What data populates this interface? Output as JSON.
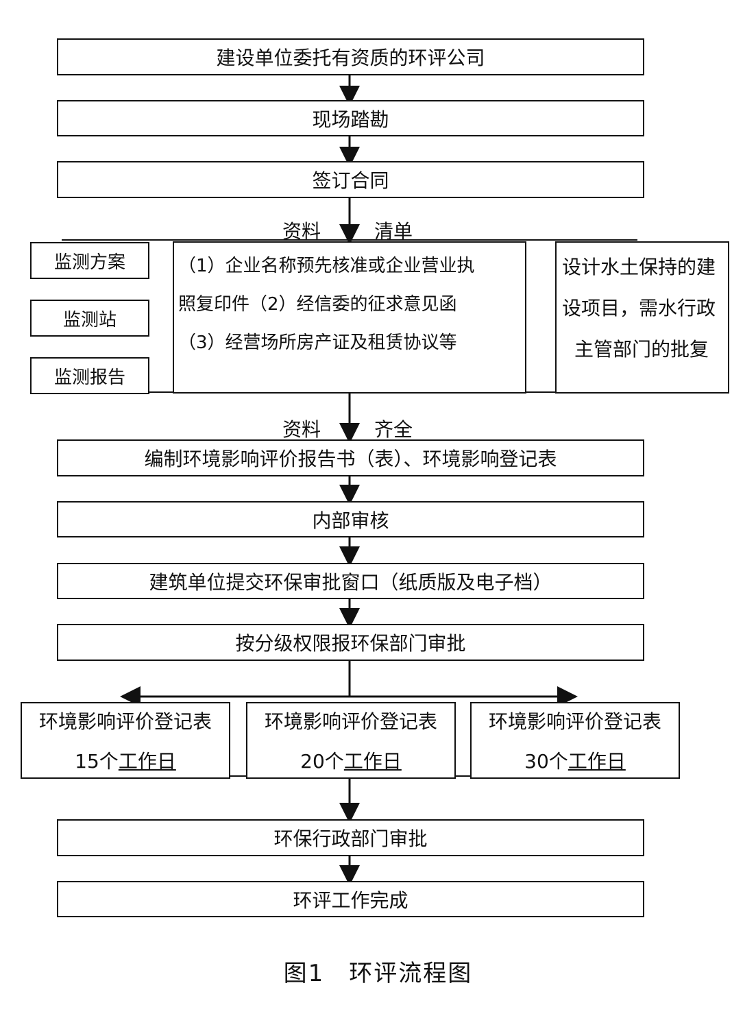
{
  "steps": {
    "s1": "建设单位委托有资质的环评公司",
    "s2": "现场踏勘",
    "s3": "签订合同",
    "s4": "编制环境影响评价报告书（表）、环境影响登记表",
    "s5": "内部审核",
    "s6": "建筑单位提交环保审批窗口（纸质版及电子档）",
    "s7": "按分级权限报环保部门审批",
    "s8": "环保行政部门审批",
    "s9": "环评工作完成"
  },
  "labels": {
    "materials": "资料",
    "list": "清单",
    "complete": "齐全"
  },
  "monitoring": [
    "监测方案",
    "监测站",
    "监测报告"
  ],
  "materials_text": [
    "（1）企业名称预先核准或企业营业执",
    "照复印件（2）经信委的征求意见函",
    "（3）经营场所房产证及租赁协议等"
  ],
  "water_text": [
    "设计水土保持的建",
    "设项目，需水行政",
    "主管部门的批复"
  ],
  "approvals": [
    {
      "title": "环境影响评价登记表",
      "days_num": "15",
      "days_unit": "个",
      "days_text": "工作日"
    },
    {
      "title": "环境影响评价登记表",
      "days_num": "20",
      "days_unit": "个",
      "days_text": "工作日"
    },
    {
      "title": "环境影响评价登记表",
      "days_num": "30",
      "days_unit": "个",
      "days_text": "工作日"
    }
  ],
  "caption": "图1　环评流程图"
}
